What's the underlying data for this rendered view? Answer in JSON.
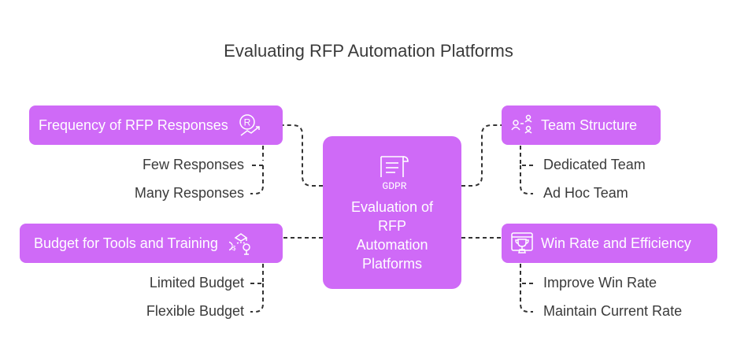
{
  "title": "Evaluating RFP Automation Platforms",
  "center": {
    "line1": "Evaluation of",
    "line2": "RFP",
    "line3": "Automation",
    "line4": "Platforms",
    "icon": "gdpr-document-icon",
    "icon_text": "GDPR"
  },
  "branches": [
    {
      "label": "Frequency of RFP Responses",
      "icon": "registered-trend-icon",
      "items": [
        "Few Responses",
        "Many Responses"
      ]
    },
    {
      "label": "Budget for Tools and Training",
      "icon": "money-growth-icon",
      "items": [
        "Limited Budget",
        "Flexible Budget"
      ]
    },
    {
      "label": "Team Structure",
      "icon": "team-structure-icon",
      "items": [
        "Dedicated Team",
        "Ad Hoc Team"
      ]
    },
    {
      "label": "Win Rate and Efficiency",
      "icon": "trophy-icon",
      "items": [
        "Improve Win Rate",
        "Maintain Current Rate"
      ]
    }
  ],
  "colors": {
    "node": "#cf6af7",
    "text": "#3a3a3a",
    "connector": "#333333"
  }
}
